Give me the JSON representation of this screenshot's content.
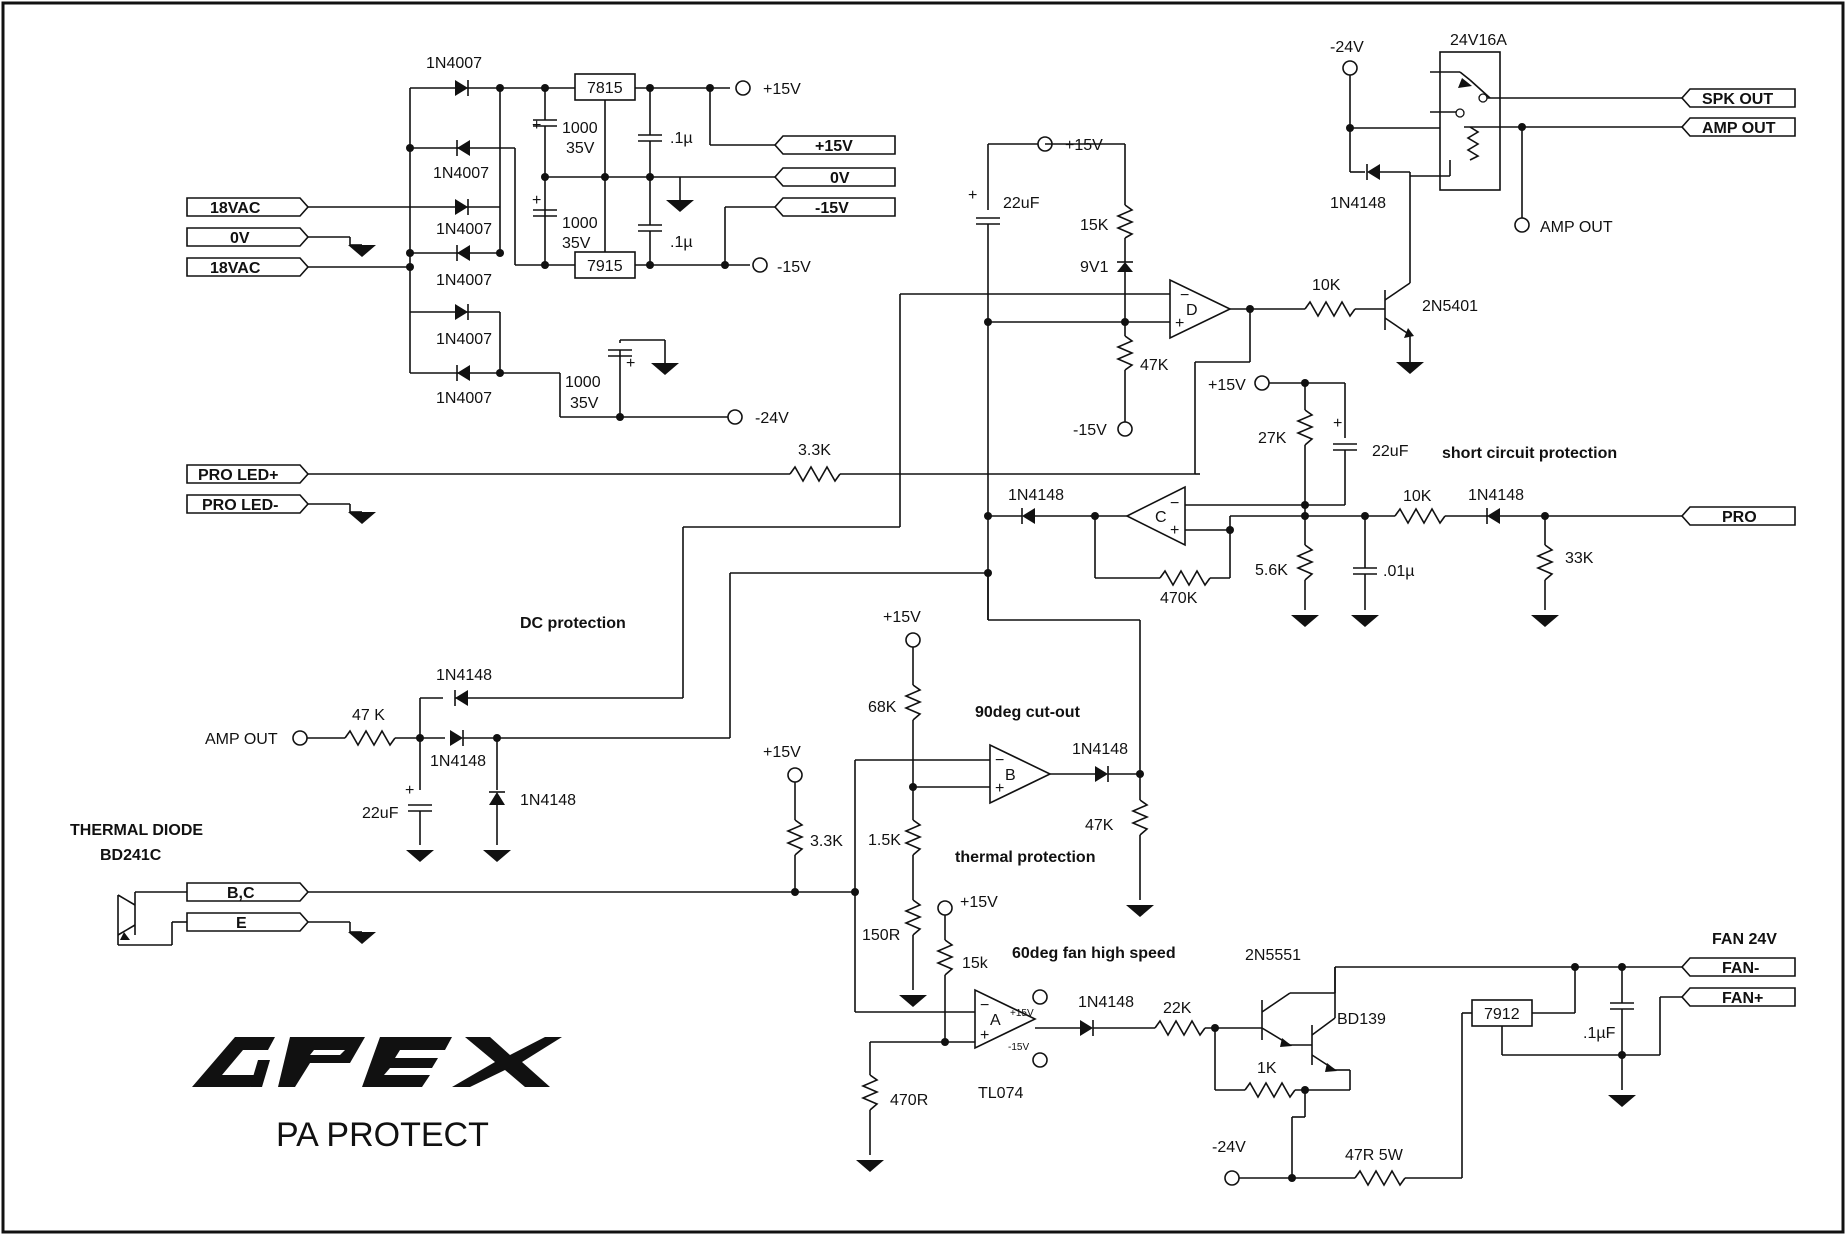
{
  "title": {
    "brand": "APEX",
    "subtitle": "PA PROTECT"
  },
  "ports": {
    "vac1": "18VAC",
    "zero_in": "0V",
    "vac2": "18VAC",
    "p15_out": "+15V",
    "zero_out": "0V",
    "m15_out": "-15V",
    "spk_out": "SPK OUT",
    "amp_out": "AMP OUT",
    "pro_led_p": "PRO LED+",
    "pro_led_m": "PRO LED-",
    "pro": "PRO",
    "bc": "B,C",
    "e": "E",
    "fan_m": "FAN-",
    "fan_p": "FAN+"
  },
  "section_titles": {
    "short_circuit": "short circuit protection",
    "dc": "DC protection",
    "cutout": "90deg cut-out",
    "thermal": "thermal protection",
    "fan": "60deg fan high speed",
    "thermal_diode": "THERMAL DIODE",
    "thermal_diode_part": "BD241C",
    "fan24": "FAN 24V"
  },
  "power_supply": {
    "d1": "1N4007",
    "d2": "1N4007",
    "d3": "1N4007",
    "d4": "1N4007",
    "d5": "1N4007",
    "d6": "1N4007",
    "reg_pos": "7815",
    "reg_neg": "7915",
    "c1_val": "1000",
    "c1_v": "35V",
    "c2_val": "1000",
    "c2_v": "35V",
    "c3_val": "1000",
    "c3_v": "35V",
    "cp1": ".1µ",
    "cp2": ".1µ",
    "rail_p15": "+15V",
    "rail_m15": "-15V",
    "rail_m24": "-24V"
  },
  "relay_section": {
    "m24": "-24V",
    "relay": "24V16A",
    "diode": "1N4148",
    "amp_out": "AMP OUT",
    "transistor": "2N5401",
    "r_base": "10K"
  },
  "dc_comp": {
    "p15": "+15V",
    "cap": "22uF",
    "r15k": "15K",
    "zener": "9V1",
    "r47k": "47K",
    "m15": "-15V",
    "op": "D",
    "r_led": "3.3K"
  },
  "short_circuit": {
    "p15": "+15V",
    "r27k": "27K",
    "cap22": "22uF",
    "r56k": "5.6K",
    "r470k": "470K",
    "c01": ".01µ",
    "r10k": "10K",
    "d_in": "1N4148",
    "d_out": "1N4148",
    "r33k": "33K",
    "op": "C"
  },
  "dc_input": {
    "amp_out": "AMP OUT",
    "r47k": "47  K",
    "d1": "1N4148",
    "d2": "1N4148",
    "d3": "1N4148",
    "cap": "22uF"
  },
  "thermal": {
    "p15a": "+15V",
    "r68k": "68K",
    "op_b": "B",
    "d_b": "1N4148",
    "r47k": "47K",
    "p15b": "+15V",
    "r33k": "3.3K",
    "r15k": "1.5K",
    "r150": "150R",
    "p15c": "+15V",
    "r15k_low": "15k",
    "op_a": "A",
    "op_part": "TL074",
    "op_pp": "+15V",
    "op_mm": "-15V",
    "r470": "470R",
    "d_a": "1N4148"
  },
  "fan": {
    "r22k": "22K",
    "q1": "2N5551",
    "q2": "BD139",
    "r1k": "1K",
    "m24": "-24V",
    "r47r": "47R 5W",
    "reg": "7912",
    "cap": ".1µF"
  }
}
